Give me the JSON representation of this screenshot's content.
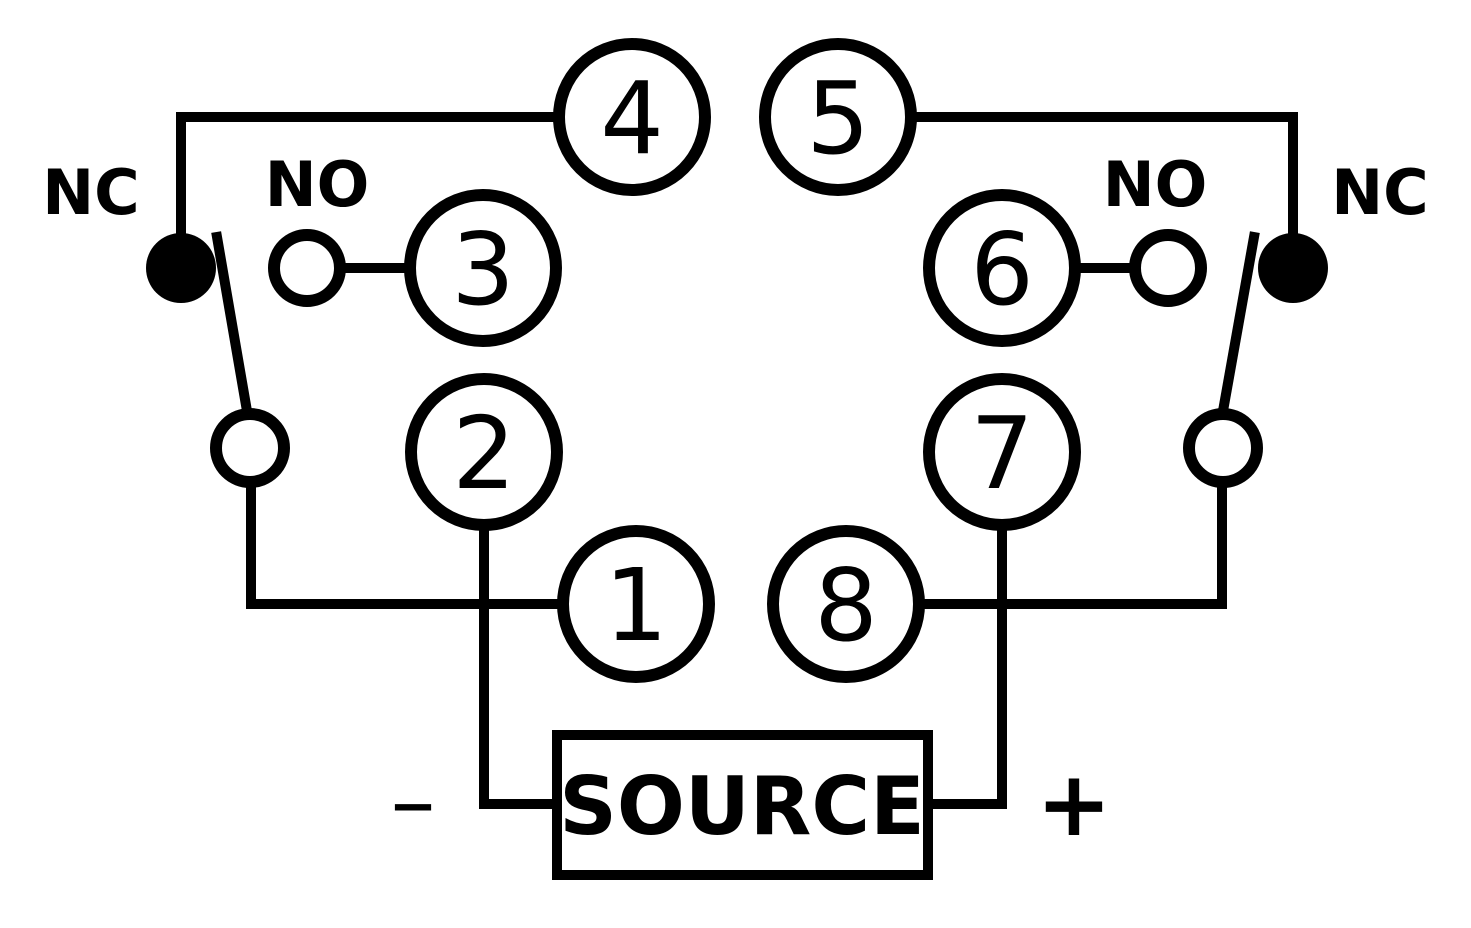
{
  "pins": [
    {
      "id": "pin1",
      "label": "1"
    },
    {
      "id": "pin2",
      "label": "2"
    },
    {
      "id": "pin3",
      "label": "3"
    },
    {
      "id": "pin4",
      "label": "4"
    },
    {
      "id": "pin5",
      "label": "5"
    },
    {
      "id": "pin6",
      "label": "6"
    },
    {
      "id": "pin7",
      "label": "7"
    },
    {
      "id": "pin8",
      "label": "8"
    }
  ],
  "contacts": {
    "left_nc": "NC",
    "left_no": "NO",
    "right_nc": "NC",
    "right_no": "NO"
  },
  "source": {
    "label": "SOURCE",
    "minus": "–",
    "plus": "+"
  }
}
